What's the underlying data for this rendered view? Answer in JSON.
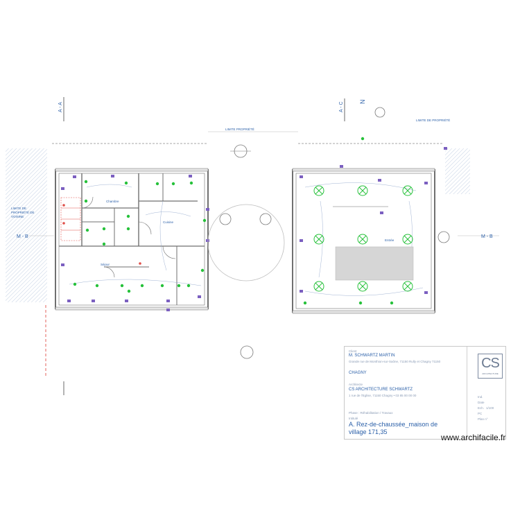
{
  "colors": {
    "wall": "#6f6f6f",
    "annotation": "#2a5fa8",
    "device_purple": "#7b5fc0",
    "device_green": "#26c13a",
    "device_red": "#e0504a",
    "hatch": "#9ab0d0",
    "slab": "#d6d6d6"
  },
  "labels": {
    "axis_a1": "A - A",
    "axis_a2": "A - C",
    "north": "N",
    "axis_b_left": "M - B",
    "axis_b_right": "M - B",
    "room_chambre": "Chambre",
    "room_sejour": "Séjour",
    "room_cuisine": "Cuisine",
    "room_entree": "Entrée",
    "top_note_left": "LIMITE PROPRIÉTÉ",
    "top_note_right": "LIMITE DE PROPRIÉTÉ",
    "left_note_lines": [
      "LIMITE DE",
      "PROPRIÉTÉ DE",
      "VOISINE"
    ]
  },
  "titleblock": {
    "client_caption": "Client",
    "client_name": "M. SCHWARTZ MARTIN",
    "client_address": "Grande rue de Monthion-sur-Saône, 71150 Rully et Chagny 71150",
    "city": "CHAGNY",
    "architect_caption": "Architecte",
    "architect_name": "CS ARCHITECTURE SCHWARTZ",
    "architect_address": "1 rue de l'Eglise, 71150 Chagny • 03 85 00 00 00",
    "phase_caption": "Phase : Réhabilitation / Travaux",
    "plan_caption": "Intitulé",
    "plan_title_line1": "A. Rez-de-chaussée_maison de",
    "plan_title_line2": "village 171,35",
    "logo_text": "CS",
    "logo_subtext": "ARCHITECTURE",
    "right_meta": [
      "Ind.",
      "Date",
      "Ech.",
      "1/100",
      "PC",
      "Plan n°"
    ]
  },
  "watermark": "www.archifacile.fr"
}
